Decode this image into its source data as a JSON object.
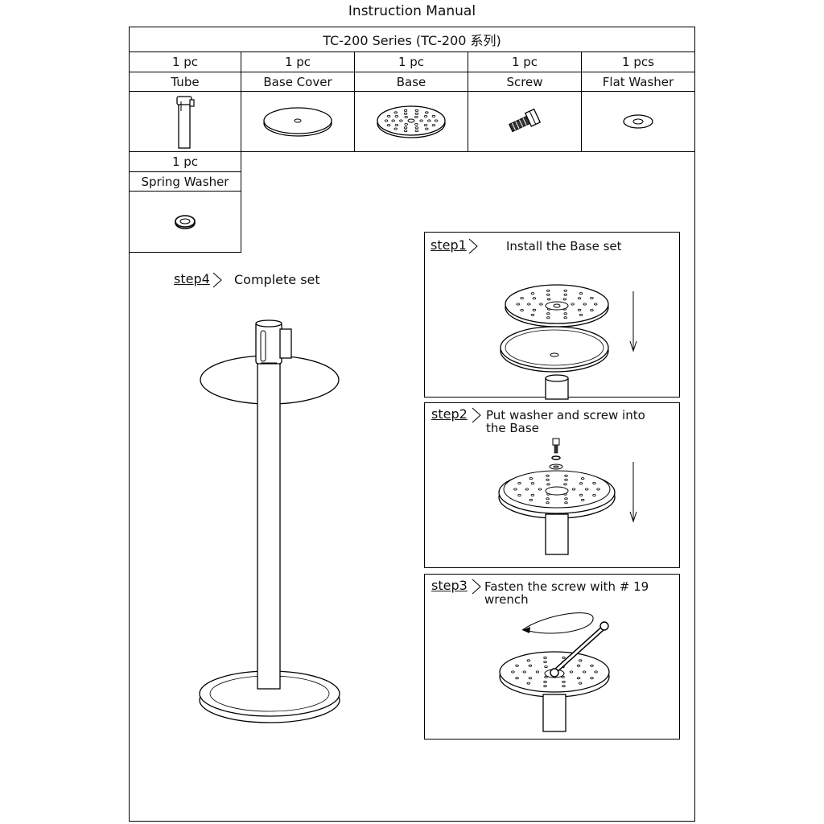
{
  "document": {
    "title": "Instruction Manual",
    "series": "TC-200 Series (TC-200 系列)"
  },
  "parts": [
    {
      "qty": "1  pc",
      "name": "Tube",
      "icon": "tube-icon"
    },
    {
      "qty": "1  pc",
      "name": "Base Cover",
      "icon": "base-cover-icon"
    },
    {
      "qty": "1  pc",
      "name": "Base",
      "icon": "base-icon"
    },
    {
      "qty": "1  pc",
      "name": "Screw",
      "icon": "screw-icon"
    },
    {
      "qty": "1  pcs",
      "name": "Flat Washer",
      "icon": "flat-washer-icon"
    },
    {
      "qty": "1  pc",
      "name": "Spring Washer",
      "icon": "spring-washer-icon"
    }
  ],
  "steps": [
    {
      "tag": "step1",
      "text": "Install  the  Base  set"
    },
    {
      "tag": "step2",
      "text": "Put  washer  and  screw  into\nthe  Base"
    },
    {
      "tag": "step3",
      "text": "Fasten  the  screw  with  # 19\nwrench"
    },
    {
      "tag": "step4",
      "text": "Complete  set"
    }
  ]
}
